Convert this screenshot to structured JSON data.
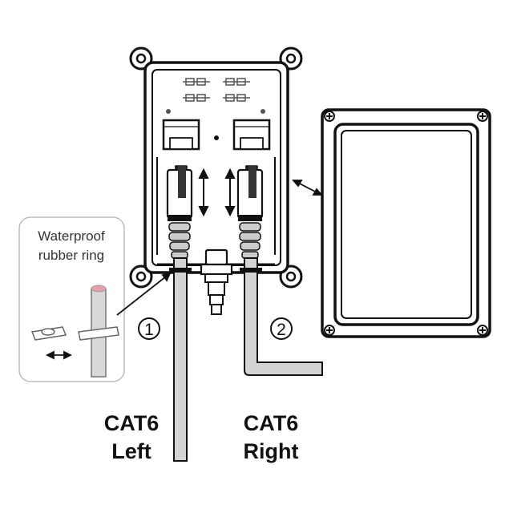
{
  "callout": {
    "line1": "Waterproof",
    "line2": "rubber ring"
  },
  "markers": {
    "one": "1",
    "two": "2"
  },
  "cables": {
    "left_line1": "CAT6",
    "left_line2": "Left",
    "right_line1": "CAT6",
    "right_line2": "Right"
  },
  "colors": {
    "stroke": "#111111",
    "cable_fill": "#d4d4d4",
    "ring_tip": "#e8a0a8"
  }
}
